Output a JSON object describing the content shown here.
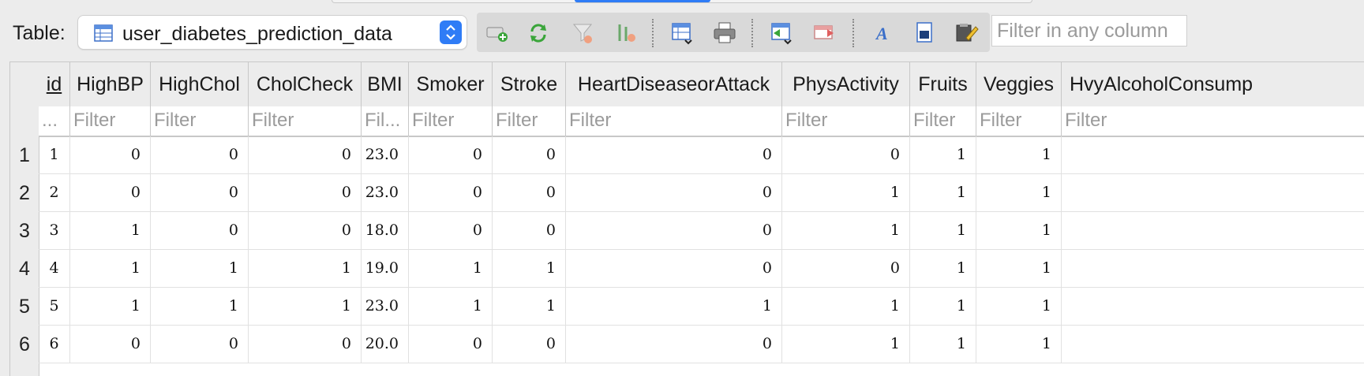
{
  "toolbar": {
    "table_label": "Table:",
    "table_name": "user_diabetes_prediction_data",
    "filter_placeholder": "Filter in any column",
    "buttons": [
      {
        "name": "create-record-icon"
      },
      {
        "name": "refresh-icon"
      },
      {
        "name": "clear-filters-icon"
      },
      {
        "name": "sort-icon"
      },
      {
        "name": "save-table-icon"
      },
      {
        "name": "print-icon"
      },
      {
        "name": "insert-record-icon"
      },
      {
        "name": "delete-record-icon"
      },
      {
        "name": "font-icon"
      },
      {
        "name": "find-icon"
      },
      {
        "name": "edit-display-format-icon"
      }
    ]
  },
  "grid": {
    "columns": [
      {
        "label": "id",
        "filter": "...",
        "pk": true
      },
      {
        "label": "HighBP",
        "filter": "Filter"
      },
      {
        "label": "HighChol",
        "filter": "Filter"
      },
      {
        "label": "CholCheck",
        "filter": "Filter"
      },
      {
        "label": "BMI",
        "filter": "Fil..."
      },
      {
        "label": "Smoker",
        "filter": "Filter"
      },
      {
        "label": "Stroke",
        "filter": "Filter"
      },
      {
        "label": "HeartDiseaseorAttack",
        "filter": "Filter"
      },
      {
        "label": "PhysActivity",
        "filter": "Filter"
      },
      {
        "label": "Fruits",
        "filter": "Filter"
      },
      {
        "label": "Veggies",
        "filter": "Filter"
      },
      {
        "label": "HvyAlcoholConsump",
        "filter": "Filter"
      }
    ],
    "row_numbers": [
      "1",
      "2",
      "3",
      "4",
      "5",
      "6"
    ],
    "rows": [
      [
        "1",
        "0",
        "0",
        "0",
        "23.0",
        "0",
        "0",
        "0",
        "0",
        "1",
        "1",
        ""
      ],
      [
        "2",
        "0",
        "0",
        "0",
        "23.0",
        "0",
        "0",
        "0",
        "1",
        "1",
        "1",
        ""
      ],
      [
        "3",
        "1",
        "0",
        "0",
        "18.0",
        "0",
        "0",
        "0",
        "1",
        "1",
        "1",
        ""
      ],
      [
        "4",
        "1",
        "1",
        "1",
        "19.0",
        "1",
        "1",
        "0",
        "0",
        "1",
        "1",
        ""
      ],
      [
        "5",
        "1",
        "1",
        "1",
        "23.0",
        "1",
        "1",
        "1",
        "1",
        "1",
        "1",
        ""
      ],
      [
        "6",
        "0",
        "0",
        "0",
        "20.0",
        "0",
        "0",
        "0",
        "1",
        "1",
        "1",
        ""
      ]
    ]
  }
}
